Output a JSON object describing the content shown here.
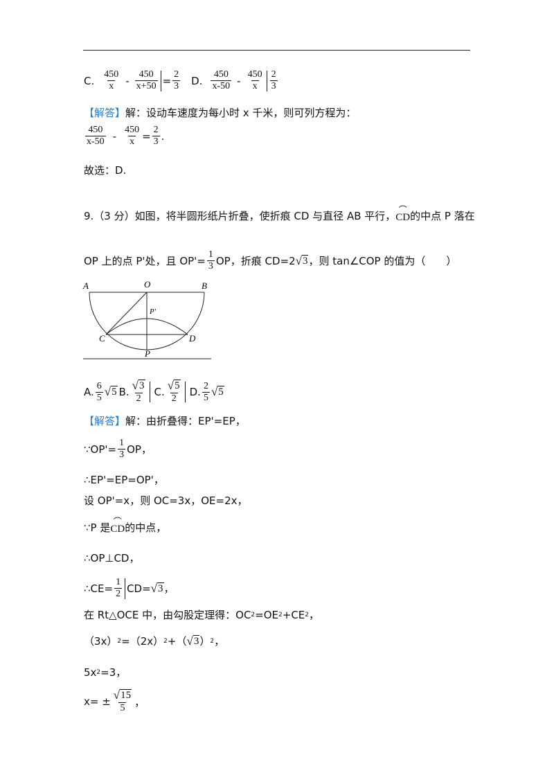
{
  "options_c": "C.",
  "options_d": "D.",
  "minus": "-",
  "eq": "=",
  "n450": "450",
  "dx": "x",
  "dx50p": "x+50",
  "dx50m": "x-50",
  "n2": "2",
  "n3": "3",
  "n1": "1",
  "n5": "5",
  "n6": "6",
  "sol_tag": "【解答】",
  "sol1": "解：设动车速度为每小时 x 千米，则可列方程为：",
  "period": ".",
  "choose": "故选：D.",
  "q9_head": "9.（3 分）如图，将半圆形纸片折叠，使折痕 CD 与直径 AB 平行，",
  "arc_cd": "CD",
  "q9_tail": "的中点 P 落在",
  "q9_l2a": "OP 上的点 P'处，且 OP'=",
  "q9_l2b": "OP，折痕 CD=2",
  "q9_l2c": "，则 tan∠COP 的值为（　　）",
  "opt_a": "A.",
  "opt_b": "B.",
  "opt_c": "C.",
  "opt_d": "D.",
  "s_a": "解：由折叠得：EP'=EP，",
  "s_b1": "∵OP'=",
  "s_b2": "OP，",
  "s_c": "∴EP'=EP=OP'，",
  "s_d": "设 OP'=x，则 OC=3x，OE=2x，",
  "s_e1": "∵P 是",
  "s_e2": "的中点，",
  "s_f": "∴OP⊥CD，",
  "s_g1": "∴CE=",
  "s_g2": "CD=",
  "s_g3": "，",
  "s_h": "在 Rt△OCE 中，由勾股定理得：OC",
  "s_h2": "=OE",
  "s_h3": "+CE",
  "s_h4": "，",
  "s_i1": "（3x）",
  "s_i2": "=（2x）",
  "s_i3": "+（",
  "s_i4": "）",
  "s_i5": "，",
  "s_j1": "5x",
  "s_j2": "=3，",
  "s_k1": "x= ±",
  "s_k2": "，",
  "sup2": "2",
  "r3": "3",
  "r5": "5",
  "r15": "15",
  "fig": {
    "A": "A",
    "O": "O",
    "B": "B",
    "P1": "P'",
    "C": "C",
    "D": "D",
    "P": "P"
  }
}
